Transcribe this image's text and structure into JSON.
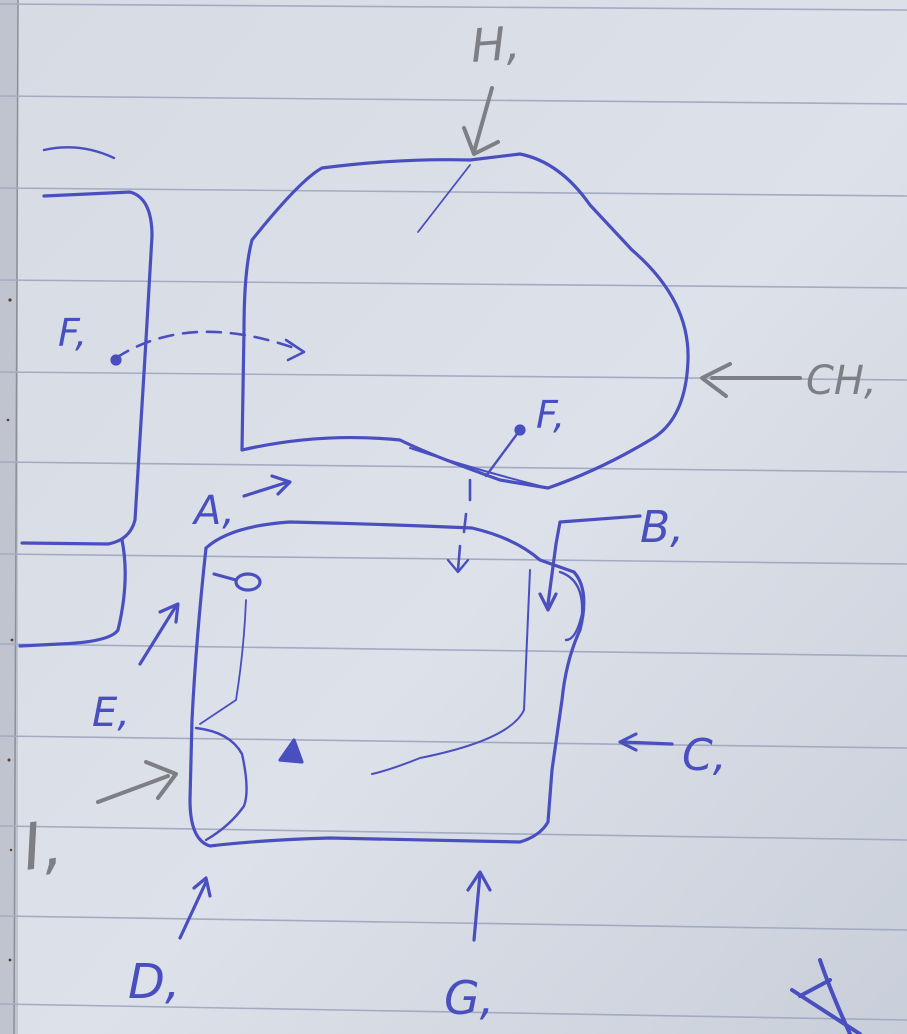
{
  "photo": {
    "subject": "hand-drawn sketch on lined notebook paper",
    "colors": {
      "paper": "#d3d8e2",
      "paper_light": "#e6e9ef",
      "rule_line": "#9ea8c0",
      "ink_blue": "#4a4fc0",
      "ink_gray": "#7d7f84",
      "margin_spots": "#5b3a2a"
    }
  },
  "labels": {
    "h": "H,",
    "ch": "CH,",
    "f_left": "F,",
    "f_right": "F,",
    "a": "A,",
    "b": "B,",
    "c": "C,",
    "d": "D,",
    "e": "E,",
    "g": "G,",
    "i": "I,"
  }
}
